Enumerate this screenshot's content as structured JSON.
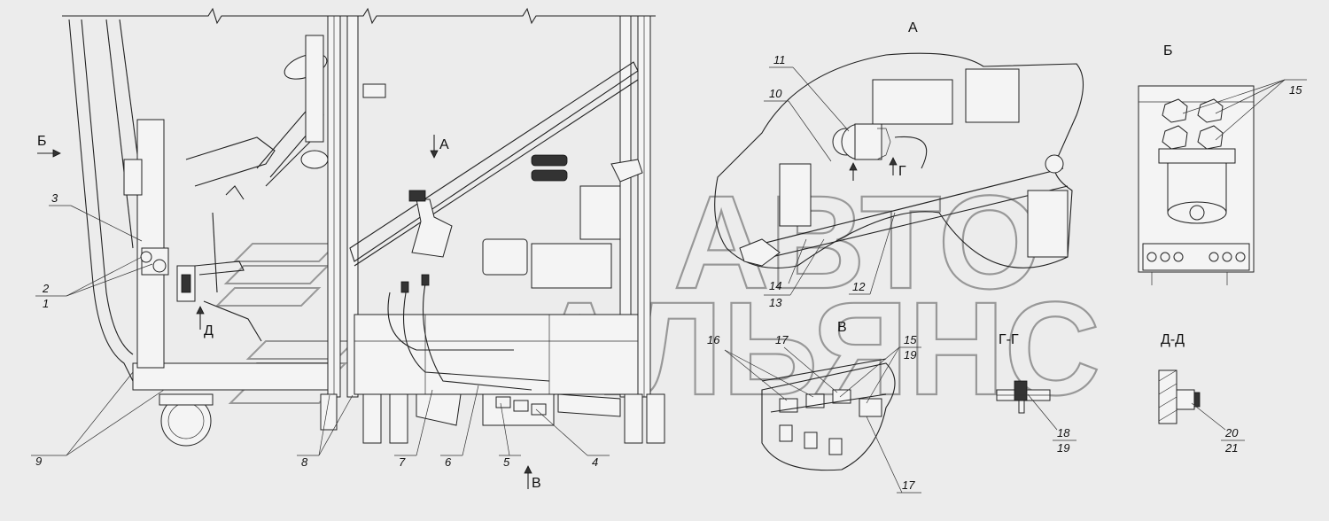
{
  "views": {
    "A": "А",
    "B": "Б",
    "V": "В",
    "G": "Г-Г",
    "D": "Д-Д"
  },
  "markers": {
    "b_arrow": "Б",
    "a_arrow": "А",
    "v_arrow": "В",
    "d_arrow": "Д",
    "g_arrow": "Г"
  },
  "callouts": {
    "n1": "1",
    "n2": "2",
    "n3": "3",
    "n4": "4",
    "n5": "5",
    "n6": "6",
    "n7": "7",
    "n8": "8",
    "n9": "9",
    "n10": "10",
    "n11": "11",
    "n12": "12",
    "n13": "13",
    "n14": "14",
    "n15a": "15",
    "n15b": "15",
    "n16": "16",
    "n17a": "17",
    "n17b": "17",
    "n18": "18",
    "n19a": "19",
    "n19b": "19",
    "n20": "20",
    "n21": "21"
  },
  "watermark": {
    "line1": "АВТО",
    "line2": "АЛЬЯНС"
  }
}
